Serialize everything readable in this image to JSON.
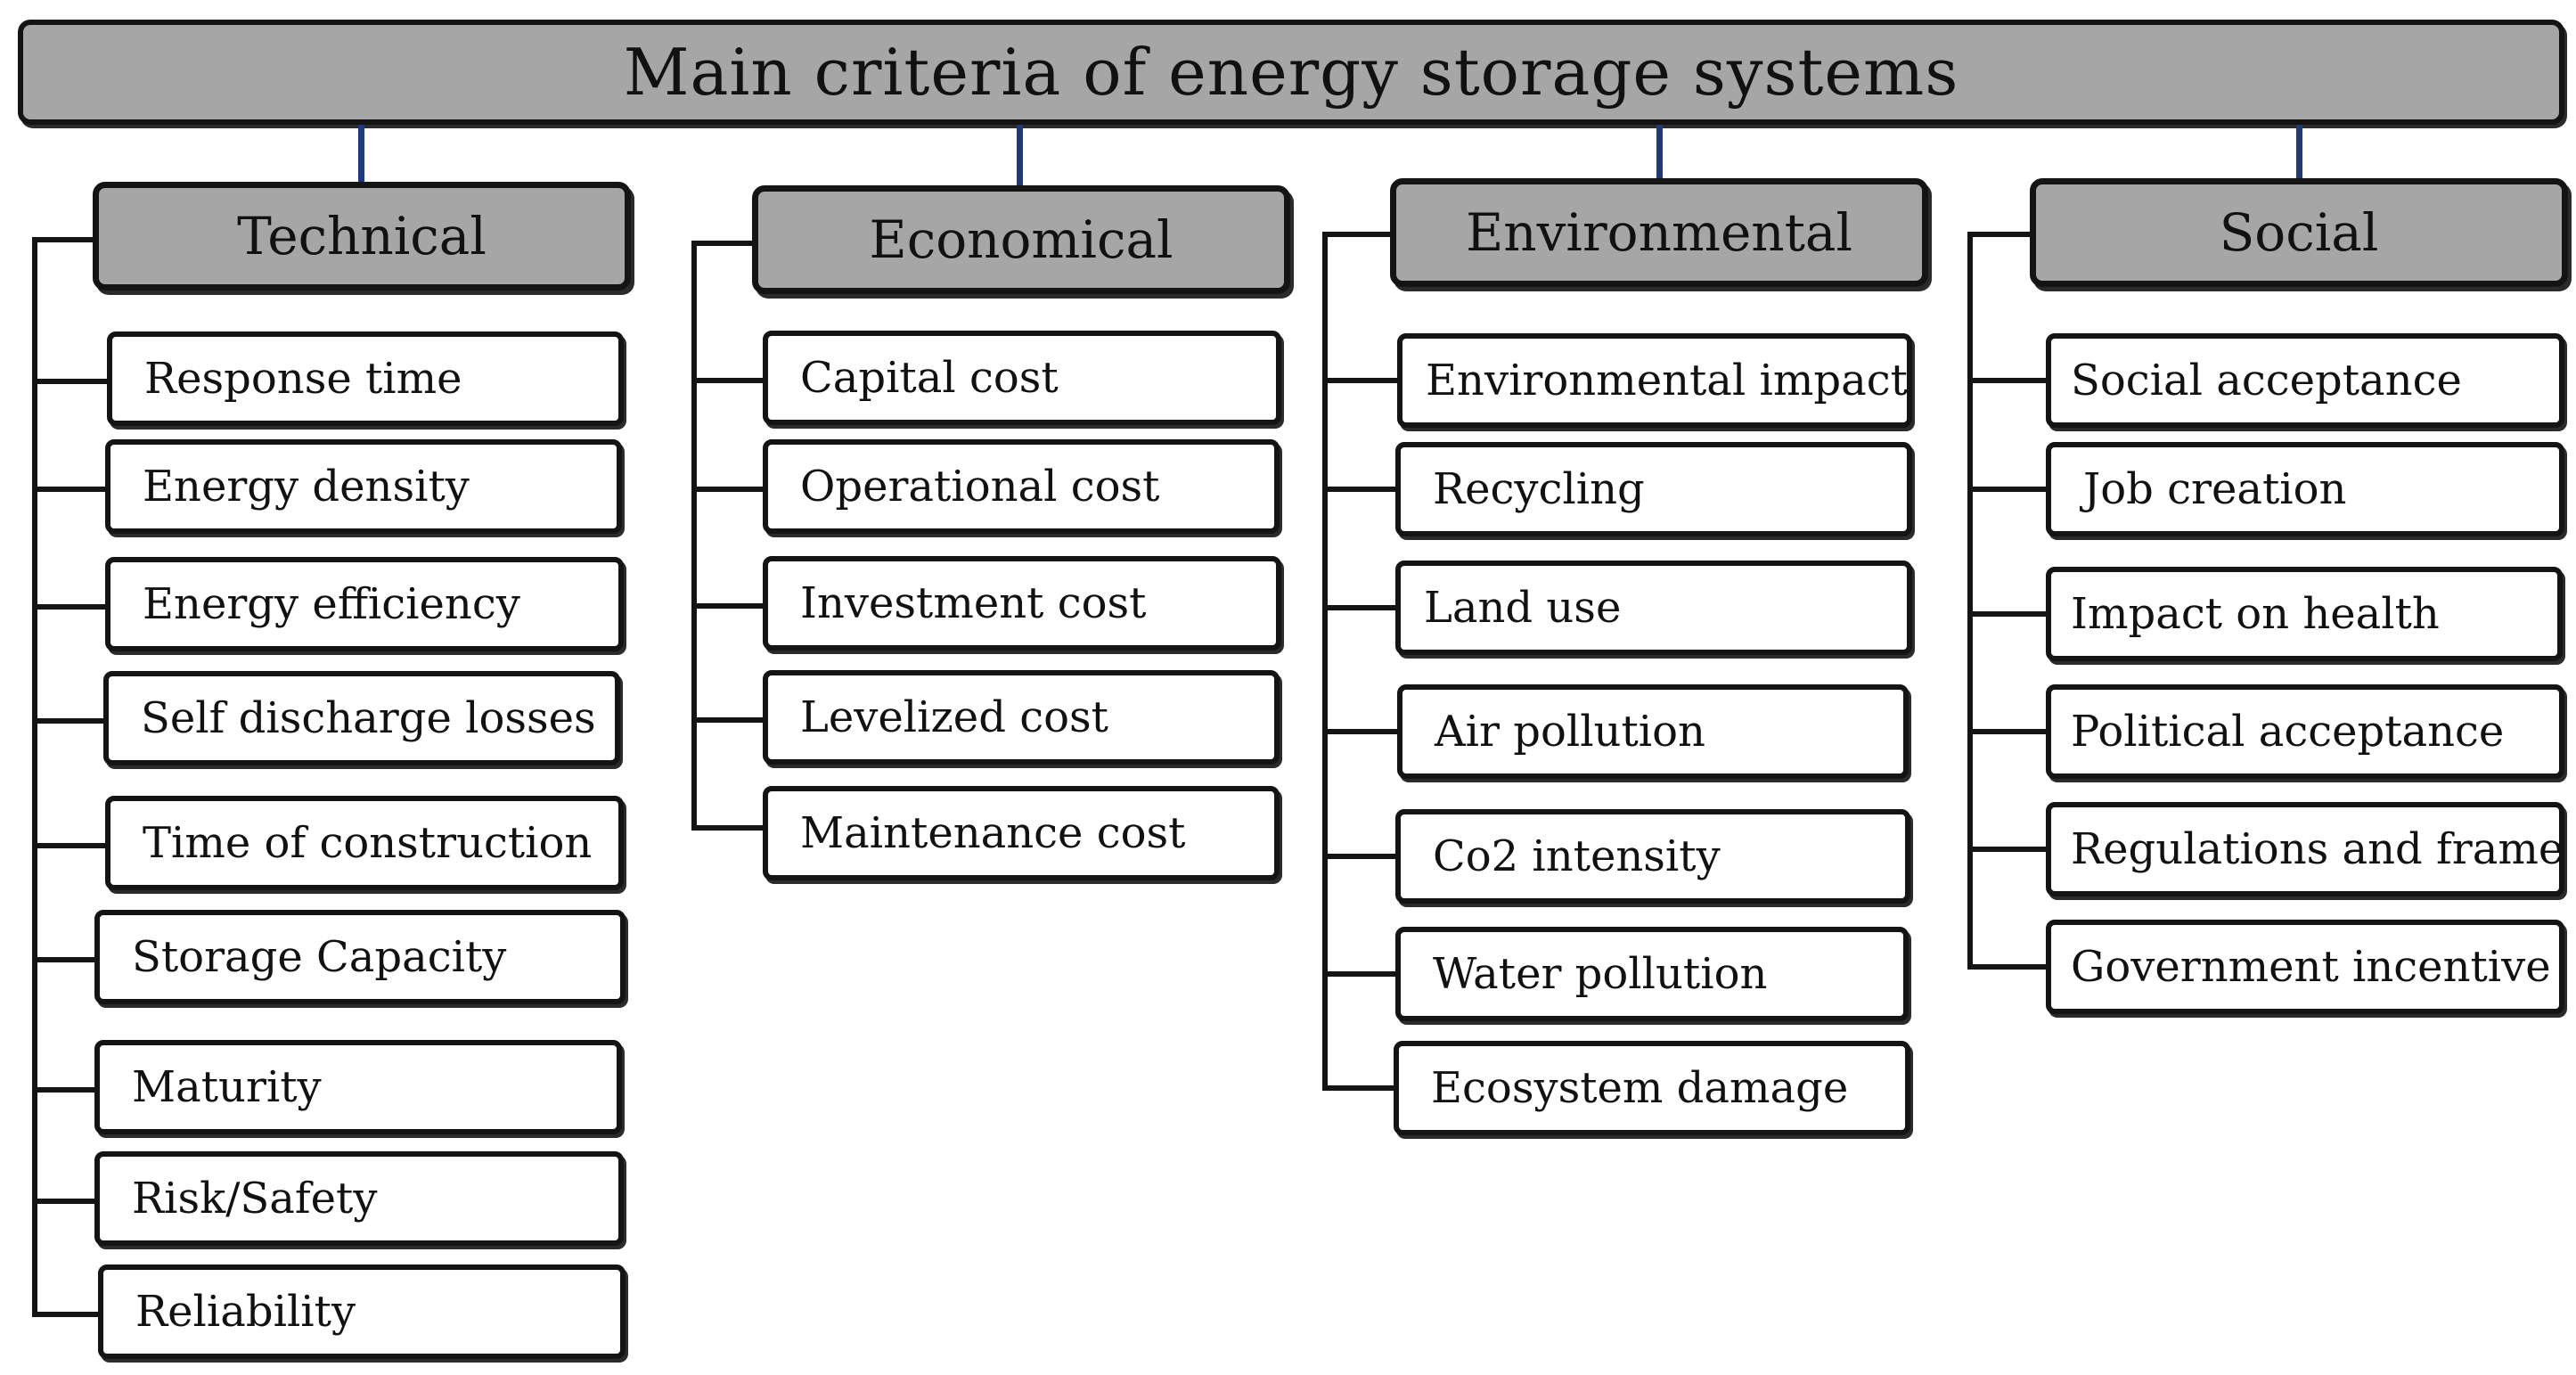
{
  "title": "Main criteria of energy storage systems",
  "categories": [
    {
      "label": "Technical",
      "items": [
        "Response time",
        "Energy density",
        "Energy efficiency",
        "Self discharge losses",
        "Time of construction",
        "Storage Capacity",
        "Maturity",
        "Risk/Safety",
        "Reliability"
      ]
    },
    {
      "label": "Economical",
      "items": [
        "Capital cost",
        "Operational cost",
        "Investment cost",
        "Levelized cost",
        "Maintenance cost"
      ]
    },
    {
      "label": "Environmental",
      "items": [
        "Environmental impact",
        "Recycling",
        "Land use",
        "Air pollution",
        "Co2 intensity",
        "Water pollution",
        "Ecosystem damage"
      ]
    },
    {
      "label": "Social",
      "items": [
        "Social acceptance",
        "Job creation",
        "Impact on health",
        "Political acceptance",
        "Regulations and frame",
        "Government incentive"
      ]
    }
  ]
}
